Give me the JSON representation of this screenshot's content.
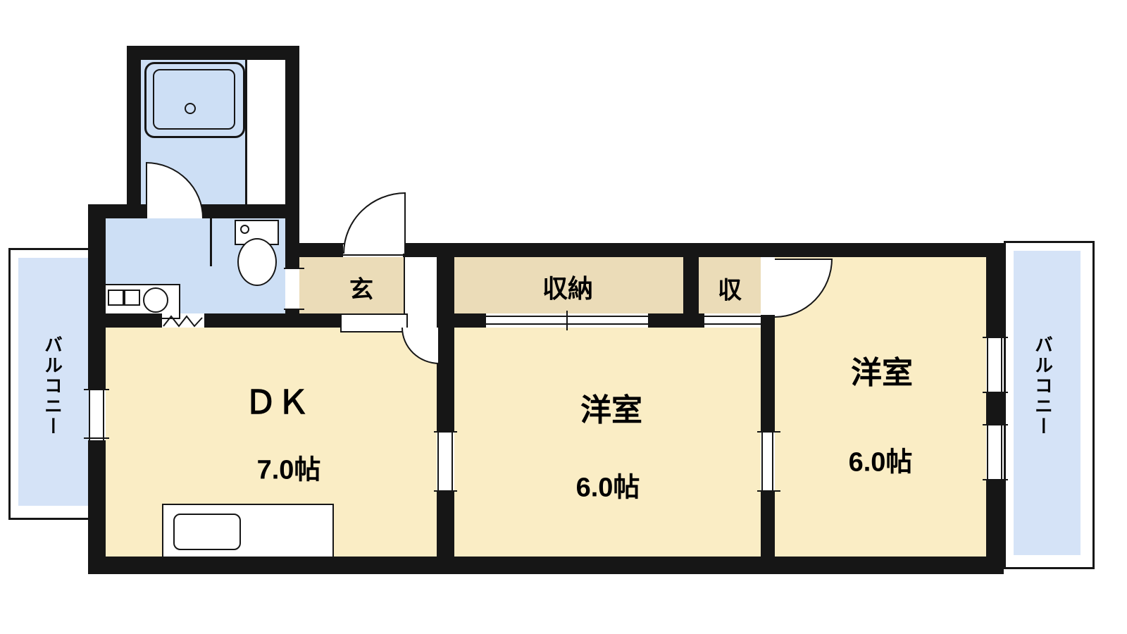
{
  "plan": {
    "labels": {
      "dk_name": "ＤＫ",
      "dk_size": "7.0帖",
      "room_mid_name": "洋室",
      "room_mid_size": "6.0帖",
      "room_right_name": "洋室",
      "room_right_size": "6.0帖",
      "closet_large": "収納",
      "closet_small": "収",
      "entrance": "玄",
      "balcony_left": "バルコニー",
      "balcony_right": "バルコニー"
    },
    "colors": {
      "wall": "#161616",
      "room_fill": "#FAEDC5",
      "service_fill": "#EBDCB8",
      "wet_fill": "#CDDFF5",
      "balcony_fill": "#D5E3F7",
      "background": "#FFFFFF"
    }
  }
}
